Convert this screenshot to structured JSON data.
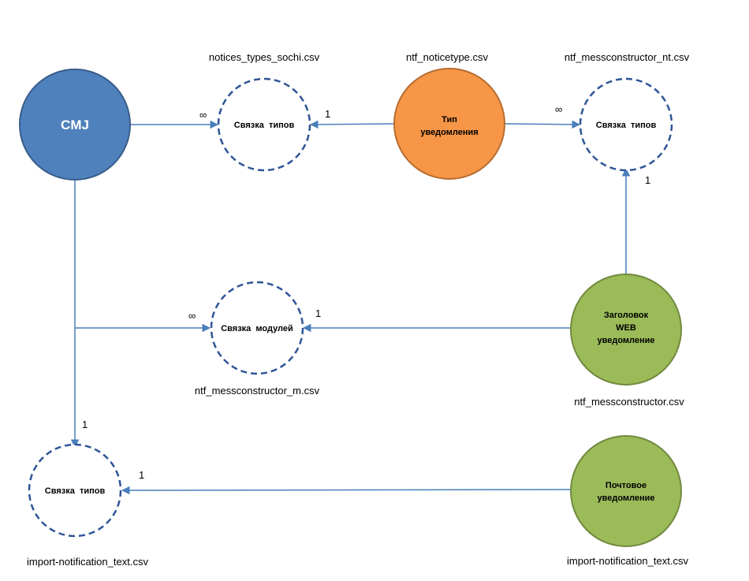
{
  "colors": {
    "cmj": "#4f81bd",
    "cmj_border": "#385d8a",
    "notice_type": "#f79646",
    "notice_type_border": "#b66d31",
    "green": "#9bbb59",
    "green_border": "#71893f",
    "dashed_border": "#2f5597",
    "edge": "#4a7ebb"
  },
  "nodes": {
    "cmj": {
      "label": "CMJ"
    },
    "notice_type": {
      "line1": "Тип",
      "line2": "уведомления"
    },
    "link_types_top": {
      "label": "Связка  типов"
    },
    "link_types_right": {
      "label": "Связка  типов"
    },
    "link_modules": {
      "label": "Связка  модулей"
    },
    "link_types_bottom": {
      "label": "Связка  типов"
    },
    "web_header": {
      "line1": "Заголовок",
      "line2": "WEB",
      "line3": "уведомление"
    },
    "mail": {
      "line1": "Почтовое",
      "line2": "уведомление"
    }
  },
  "files": {
    "notices_types_sochi": "notices_types_sochi.csv",
    "ntf_noticetype": "ntf_noticetype.csv",
    "ntf_messconstructor_nt": "ntf_messconstructor_nt.csv",
    "ntf_messconstructor_m": "ntf_messconstructor_m.csv",
    "ntf_messconstructor": "ntf_messconstructor.csv",
    "import_left": "import-notification_text.csv",
    "import_right": "import-notification_text.csv"
  },
  "multiplicity": {
    "many": "∞",
    "one": "1"
  }
}
